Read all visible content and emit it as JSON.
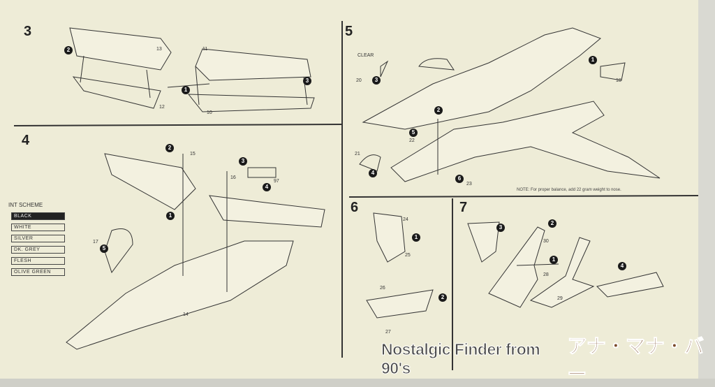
{
  "steps": {
    "s3": {
      "number": "3",
      "parts": [
        "13",
        "11",
        "12",
        "10"
      ],
      "callouts": [
        "2",
        "1",
        "3"
      ]
    },
    "s4": {
      "number": "4",
      "parts": [
        "15",
        "16",
        "97",
        "17",
        "14"
      ],
      "callouts": [
        "2",
        "3",
        "4",
        "1",
        "5"
      ]
    },
    "s5": {
      "number": "5",
      "label_clear": "CLEAR",
      "parts": [
        "20",
        "18",
        "21",
        "22",
        "23"
      ],
      "callouts": [
        "3",
        "1",
        "2",
        "5",
        "4",
        "6"
      ],
      "note": "NOTE: For proper balance, add 22 gram weight to nose."
    },
    "s6": {
      "number": "6",
      "parts": [
        "24",
        "25",
        "26",
        "27"
      ],
      "callouts": [
        "1",
        "2"
      ]
    },
    "s7": {
      "number": "7",
      "parts": [
        "30",
        "28",
        "29"
      ],
      "callouts": [
        "3",
        "2",
        "1",
        "4"
      ]
    }
  },
  "paint_scheme": {
    "title": "INT SCHEME",
    "colors": [
      "BLACK",
      "WHITE",
      "SILVER",
      "DK. GREY",
      "FLESH",
      "OLIVE GREEN"
    ]
  },
  "watermark": {
    "english": "Nostalgic Finder from 90's",
    "japanese": "アナ・マナ・バー"
  },
  "colors": {
    "paper": "#eeecd7",
    "ink": "#222222",
    "logo_brown": "#7a4a2a"
  }
}
